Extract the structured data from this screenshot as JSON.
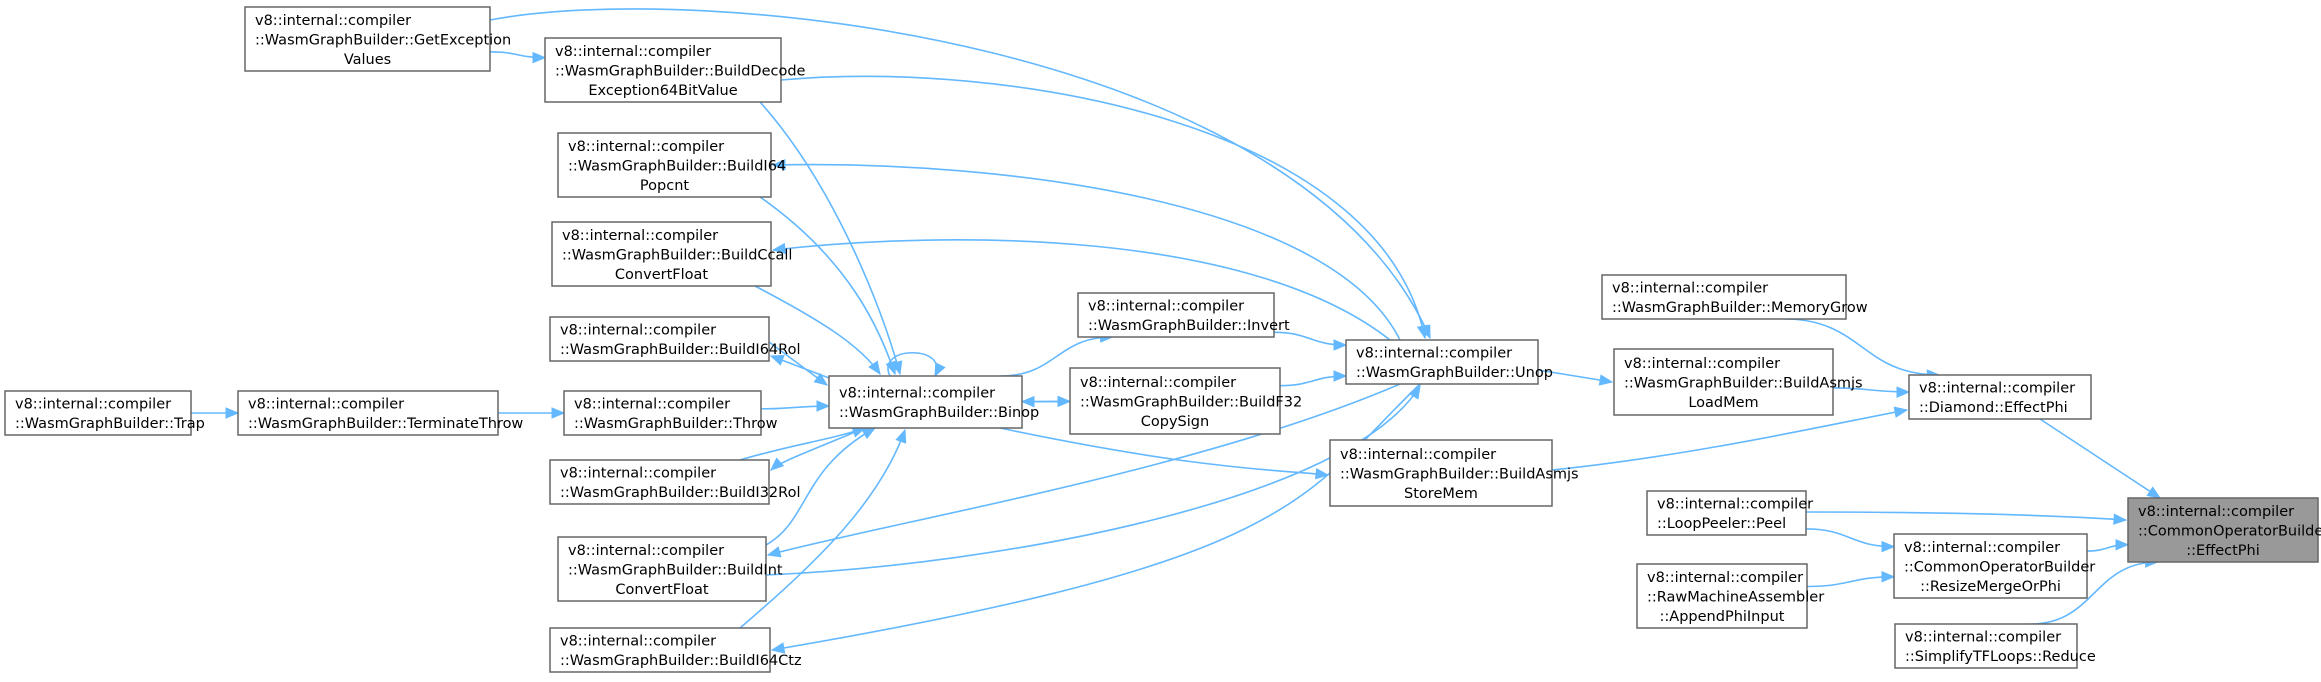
{
  "nodes": [
    {
      "id": "trap",
      "lines": [
        "v8::internal::compiler",
        "::WasmGraphBuilder::Trap"
      ]
    },
    {
      "id": "terminate_throw",
      "lines": [
        "v8::internal::compiler",
        "::WasmGraphBuilder::TerminateThrow"
      ]
    },
    {
      "id": "throw",
      "lines": [
        "v8::internal::compiler",
        "::WasmGraphBuilder::Throw"
      ]
    },
    {
      "id": "get_exception_values",
      "lines": [
        "v8::internal::compiler",
        "::WasmGraphBuilder::GetException",
        "Values"
      ]
    },
    {
      "id": "build_decode_exception",
      "lines": [
        "v8::internal::compiler",
        "::WasmGraphBuilder::BuildDecode",
        "Exception64BitValue"
      ]
    },
    {
      "id": "build_i64_popcnt",
      "lines": [
        "v8::internal::compiler",
        "::WasmGraphBuilder::BuildI64",
        "Popcnt"
      ]
    },
    {
      "id": "build_ccall_convert_float",
      "lines": [
        "v8::internal::compiler",
        "::WasmGraphBuilder::BuildCcall",
        "ConvertFloat"
      ]
    },
    {
      "id": "build_i64_rol",
      "lines": [
        "v8::internal::compiler",
        "::WasmGraphBuilder::BuildI64Rol"
      ]
    },
    {
      "id": "build_i32_rol",
      "lines": [
        "v8::internal::compiler",
        "::WasmGraphBuilder::BuildI32Rol"
      ]
    },
    {
      "id": "build_int_convert_float",
      "lines": [
        "v8::internal::compiler",
        "::WasmGraphBuilder::BuildInt",
        "ConvertFloat"
      ]
    },
    {
      "id": "build_i64_ctz",
      "lines": [
        "v8::internal::compiler",
        "::WasmGraphBuilder::BuildI64Ctz"
      ]
    },
    {
      "id": "binop",
      "lines": [
        "v8::internal::compiler",
        "::WasmGraphBuilder::Binop"
      ]
    },
    {
      "id": "invert",
      "lines": [
        "v8::internal::compiler",
        "::WasmGraphBuilder::Invert"
      ]
    },
    {
      "id": "build_f32_copysign",
      "lines": [
        "v8::internal::compiler",
        "::WasmGraphBuilder::BuildF32",
        "CopySign"
      ]
    },
    {
      "id": "unop",
      "lines": [
        "v8::internal::compiler",
        "::WasmGraphBuilder::Unop"
      ]
    },
    {
      "id": "build_asmjs_storemem",
      "lines": [
        "v8::internal::compiler",
        "::WasmGraphBuilder::BuildAsmjs",
        "StoreMem"
      ]
    },
    {
      "id": "memory_grow",
      "lines": [
        "v8::internal::compiler",
        "::WasmGraphBuilder::MemoryGrow"
      ]
    },
    {
      "id": "build_asmjs_loadmem",
      "lines": [
        "v8::internal::compiler",
        "::WasmGraphBuilder::BuildAsmjs",
        "LoadMem"
      ]
    },
    {
      "id": "diamond_effectphi",
      "lines": [
        "v8::internal::compiler",
        "::Diamond::EffectPhi"
      ]
    },
    {
      "id": "loop_peeler_peel",
      "lines": [
        "v8::internal::compiler",
        "::LoopPeeler::Peel"
      ]
    },
    {
      "id": "raw_machine_assembler",
      "lines": [
        "v8::internal::compiler",
        "::RawMachineAssembler",
        "::AppendPhiInput"
      ]
    },
    {
      "id": "resize_merge_or_phi",
      "lines": [
        "v8::internal::compiler",
        "::CommonOperatorBuilder",
        "::ResizeMergeOrPhi"
      ]
    },
    {
      "id": "simplify_tf_loops",
      "lines": [
        "v8::internal::compiler",
        "::SimplifyTFLoops::Reduce"
      ]
    },
    {
      "id": "effect_phi",
      "lines": [
        "v8::internal::compiler",
        "::CommonOperatorBuilder",
        "::EffectPhi"
      ],
      "focus": true
    }
  ],
  "edges": [
    {
      "from": "trap",
      "to": "terminate_throw"
    },
    {
      "from": "terminate_throw",
      "to": "throw"
    },
    {
      "from": "throw",
      "to": "binop"
    },
    {
      "from": "get_exception_values",
      "to": "build_decode_exception"
    },
    {
      "from": "get_exception_values",
      "to": "unop"
    },
    {
      "from": "build_decode_exception",
      "to": "binop"
    },
    {
      "from": "build_decode_exception",
      "to": "unop"
    },
    {
      "from": "build_i64_popcnt",
      "to": "binop"
    },
    {
      "from": "unop",
      "to": "build_i64_popcnt"
    },
    {
      "from": "build_ccall_convert_float",
      "to": "binop"
    },
    {
      "from": "unop",
      "to": "build_ccall_convert_float"
    },
    {
      "from": "binop",
      "to": "build_i64_rol"
    },
    {
      "from": "build_i64_rol",
      "to": "binop"
    },
    {
      "from": "build_i32_rol",
      "to": "binop"
    },
    {
      "from": "binop",
      "to": "build_i32_rol"
    },
    {
      "from": "build_int_convert_float",
      "to": "binop"
    },
    {
      "from": "unop",
      "to": "build_int_convert_float"
    },
    {
      "from": "build_int_convert_float",
      "to": "unop"
    },
    {
      "from": "build_i64_ctz",
      "to": "binop"
    },
    {
      "from": "unop",
      "to": "build_i64_ctz"
    },
    {
      "from": "binop",
      "to": "binop"
    },
    {
      "from": "binop",
      "to": "invert"
    },
    {
      "from": "binop",
      "to": "build_f32_copysign"
    },
    {
      "from": "build_f32_copysign",
      "to": "binop"
    },
    {
      "from": "binop",
      "to": "build_asmjs_storemem"
    },
    {
      "from": "invert",
      "to": "unop"
    },
    {
      "from": "build_f32_copysign",
      "to": "unop"
    },
    {
      "from": "unop",
      "to": "build_asmjs_loadmem"
    },
    {
      "from": "memory_grow",
      "to": "diamond_effectphi"
    },
    {
      "from": "build_asmjs_loadmem",
      "to": "diamond_effectphi"
    },
    {
      "from": "build_asmjs_storemem",
      "to": "diamond_effectphi"
    },
    {
      "from": "diamond_effectphi",
      "to": "effect_phi"
    },
    {
      "from": "loop_peeler_peel",
      "to": "effect_phi"
    },
    {
      "from": "loop_peeler_peel",
      "to": "resize_merge_or_phi"
    },
    {
      "from": "raw_machine_assembler",
      "to": "resize_merge_or_phi"
    },
    {
      "from": "resize_merge_or_phi",
      "to": "effect_phi"
    },
    {
      "from": "simplify_tf_loops",
      "to": "effect_phi"
    }
  ],
  "colors": {
    "edge": "#63b8ff",
    "node_border": "#666666",
    "focus_fill": "#999999"
  }
}
